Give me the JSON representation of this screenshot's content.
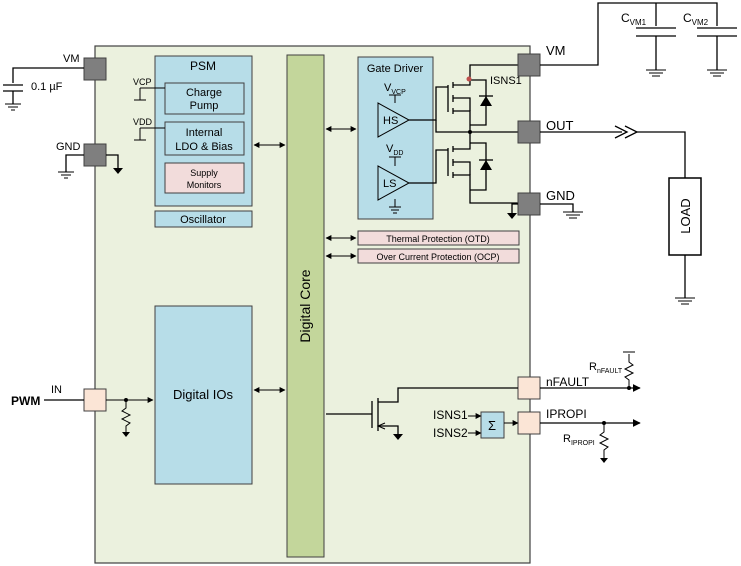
{
  "colors": {
    "chip_bg": "#ebf1de",
    "block_blue": "#b7dde8",
    "core_green": "#c3d69b",
    "protect_pink": "#f2dcdb",
    "pin_gray": "#7f7f7f",
    "pin_light": "#fbe5d6"
  },
  "psm": {
    "title": "PSM",
    "charge_pump": [
      "Charge",
      "Pump"
    ],
    "ldo": [
      "Internal",
      "LDO & Bias"
    ],
    "supply_monitors": [
      "Supply",
      "Monitors"
    ],
    "vcp_label": "VCP",
    "vdd_label": "VDD"
  },
  "oscillator": "Oscillator",
  "digital_core": "Digital Core",
  "digital_ios": "Digital IOs",
  "gate_driver": {
    "title": "Gate Driver",
    "vcp_main": "V",
    "vcp_sub": "VCP",
    "vdd_main": "V",
    "vdd_sub": "DD",
    "hs": "HS",
    "ls": "LS"
  },
  "protection": {
    "thermal": "Thermal Protection (OTD)",
    "ocp": "Over Current Protection (OCP)"
  },
  "pins": {
    "vm_left": "VM",
    "gnd_left": "GND",
    "vm_right": "VM",
    "out": "OUT",
    "gnd_right": "GND",
    "in": "IN",
    "nfault": "nFAULT",
    "ipropi": "IPROPI"
  },
  "external": {
    "cap": "0.1 µF",
    "pwm": "PWM",
    "load": "LOAD",
    "cvm1_main": "C",
    "cvm1_sub": "VM1",
    "cvm2_main": "C",
    "cvm2_sub": "VM2",
    "rnfault_main": "R",
    "rnfault_sub": "nFAULT",
    "ripropi_main": "R",
    "ripropi_sub": "IPROPI"
  },
  "sense": {
    "isns1_top": "ISNS1",
    "isns1": "ISNS1",
    "isns2": "ISNS2",
    "sum": "Σ"
  }
}
